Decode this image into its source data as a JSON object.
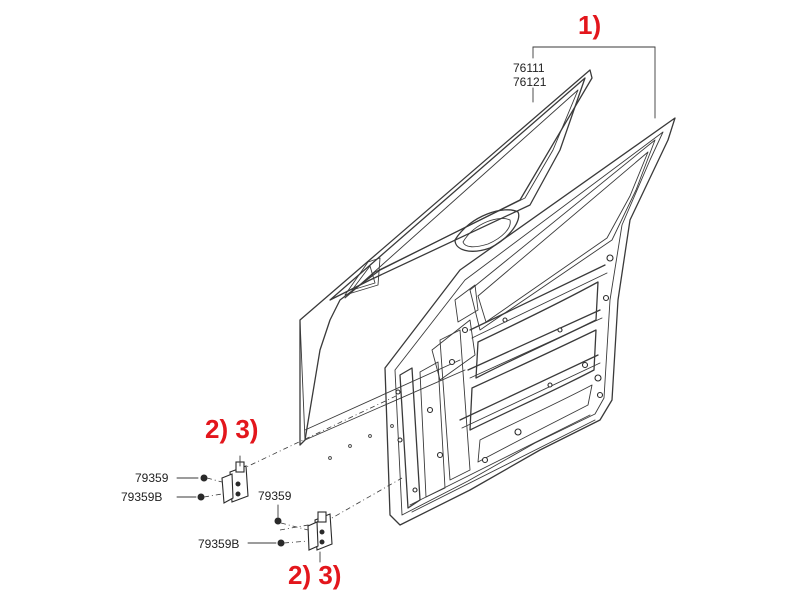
{
  "diagram": {
    "callouts": {
      "door_assembly": "1)",
      "upper_hinge": "2) 3)",
      "lower_hinge": "2) 3)"
    },
    "part_numbers": {
      "door_front_left": "76111",
      "door_front_right": "76121",
      "upper_hinge_bolt": "79359",
      "upper_hinge_bolt_b": "79359B",
      "lower_hinge_bolt": "79359",
      "lower_hinge_bolt_b": "79359B"
    },
    "colors": {
      "callout_text": "#e3161c",
      "line_art": "#3a3a3a"
    }
  }
}
